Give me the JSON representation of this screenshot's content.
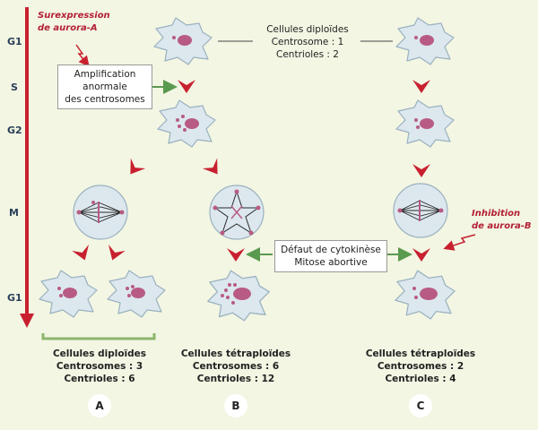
{
  "phases": [
    "G1",
    "S",
    "G2",
    "M",
    "G1"
  ],
  "annotations": {
    "overexpression": [
      "Surexpression",
      "de aurora-A"
    ],
    "inhibition": [
      "Inhibition",
      "de aurora-B"
    ]
  },
  "boxes": {
    "amplification": [
      "Amplification",
      "anormale",
      "des centrosomes"
    ],
    "cytokinesis": [
      "Défaut de cytokinèse",
      "Mitose abortive"
    ]
  },
  "top_label": [
    "Cellules diploïdes",
    "Centrosome : 1",
    "Centrioles : 2"
  ],
  "results": {
    "A": {
      "letter": "A",
      "lines": [
        "Cellules diploïdes",
        "Centrosomes : 3",
        "Centrioles : 6"
      ]
    },
    "B": {
      "letter": "B",
      "lines": [
        "Cellules tétraploïdes",
        "Centrosomes : 6",
        "Centrioles : 12"
      ]
    },
    "C": {
      "letter": "C",
      "lines": [
        "Cellules tétraploïdes",
        "Centrosomes : 2",
        "Centrioles : 4"
      ]
    }
  },
  "colors": {
    "timeline": "#c8202f",
    "arrow_red": "#c8202f",
    "arrow_green": "#5a9a4f",
    "cell_fill": "#dce8ee",
    "nucleus": "#b85b82",
    "spindle": "#2b2b2b",
    "bracket": "#8cb56b"
  }
}
